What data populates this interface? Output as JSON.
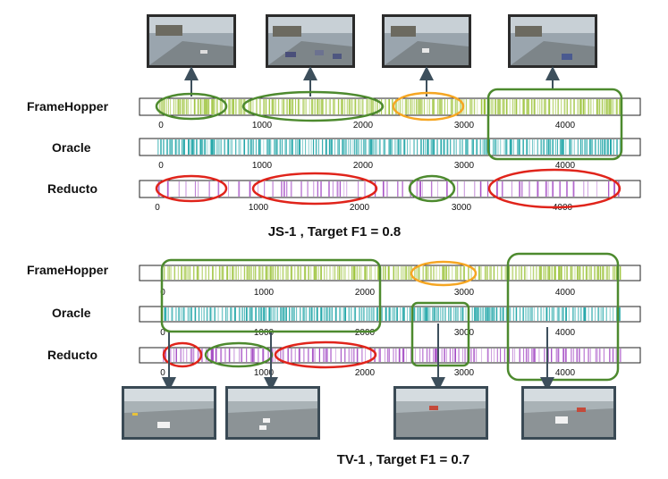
{
  "colors": {
    "framehopper": "#9cc33a",
    "oracle": "#1aa3a5",
    "reducto": "#a44bc4",
    "good_ellipse": "#4d8a2e",
    "bad_ellipse": "#e0241b",
    "warn_ellipse": "#f5a623",
    "arrow": "#3d4f5c",
    "track_border": "#222222"
  },
  "axis": {
    "min": 0,
    "max": 4700,
    "ticks": [
      "0",
      "1000",
      "2000",
      "3000",
      "4000"
    ]
  },
  "panels": [
    {
      "id": "js1",
      "caption": "JS-1 , Target F1 = 0.8",
      "rows": [
        {
          "key": "framehopper",
          "label": "FrameHopper",
          "density": "dense"
        },
        {
          "key": "oracle",
          "label": "Oracle",
          "density": "dense"
        },
        {
          "key": "reducto",
          "label": "Reducto",
          "density": "sparse"
        }
      ],
      "thumbnails": [
        {
          "name": "js1-thumb-1",
          "icon": "traffic-intersection-image"
        },
        {
          "name": "js1-thumb-2",
          "icon": "traffic-intersection-image"
        },
        {
          "name": "js1-thumb-3",
          "icon": "traffic-intersection-image"
        },
        {
          "name": "js1-thumb-4",
          "icon": "traffic-intersection-image"
        }
      ]
    },
    {
      "id": "tv1",
      "caption": "TV-1 , Target F1 = 0.7",
      "rows": [
        {
          "key": "framehopper",
          "label": "FrameHopper",
          "density": "dense"
        },
        {
          "key": "oracle",
          "label": "Oracle",
          "density": "dense"
        },
        {
          "key": "reducto",
          "label": "Reducto",
          "density": "mixed"
        }
      ],
      "thumbnails": [
        {
          "name": "tv1-thumb-1",
          "icon": "traffic-intersection-image"
        },
        {
          "name": "tv1-thumb-2",
          "icon": "traffic-intersection-image"
        },
        {
          "name": "tv1-thumb-3",
          "icon": "traffic-intersection-image"
        },
        {
          "name": "tv1-thumb-4",
          "icon": "traffic-intersection-image"
        }
      ]
    }
  ]
}
